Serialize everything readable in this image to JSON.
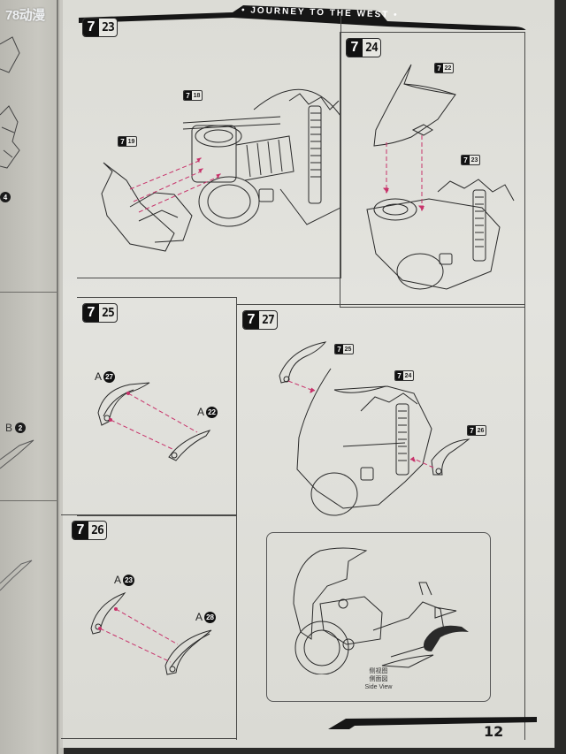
{
  "watermark": "78动漫",
  "header": {
    "title": "• JOURNEY TO THE WEST •"
  },
  "page_number": "12",
  "left_page": {
    "labels": [
      {
        "text": "④",
        "prefix": "",
        "circle": "4"
      },
      {
        "text": "B",
        "circle": "2"
      }
    ]
  },
  "steps": [
    {
      "id": "7-23",
      "major": "7",
      "minor": "23",
      "refs": [
        {
          "major": "7",
          "minor": "18"
        },
        {
          "major": "7",
          "minor": "19"
        }
      ]
    },
    {
      "id": "7-24",
      "major": "7",
      "minor": "24",
      "refs": [
        {
          "major": "7",
          "minor": "22"
        },
        {
          "major": "7",
          "minor": "23"
        }
      ]
    },
    {
      "id": "7-25",
      "major": "7",
      "minor": "25",
      "parts": [
        {
          "runner": "A",
          "num": "27"
        },
        {
          "runner": "A",
          "num": "22"
        }
      ]
    },
    {
      "id": "7-27",
      "major": "7",
      "minor": "27",
      "refs": [
        {
          "major": "7",
          "minor": "25"
        },
        {
          "major": "7",
          "minor": "24"
        },
        {
          "major": "7",
          "minor": "26"
        }
      ]
    },
    {
      "id": "7-26",
      "major": "7",
      "minor": "26",
      "parts": [
        {
          "runner": "A",
          "num": "23"
        },
        {
          "runner": "A",
          "num": "28"
        }
      ]
    }
  ],
  "side_view": {
    "caption_cn": "侧视图",
    "caption_jp": "側面図",
    "caption_en": "Side View"
  },
  "colors": {
    "paper": "#e0e0da",
    "ink": "#1a1a1a",
    "arrow": "#c8326a"
  }
}
